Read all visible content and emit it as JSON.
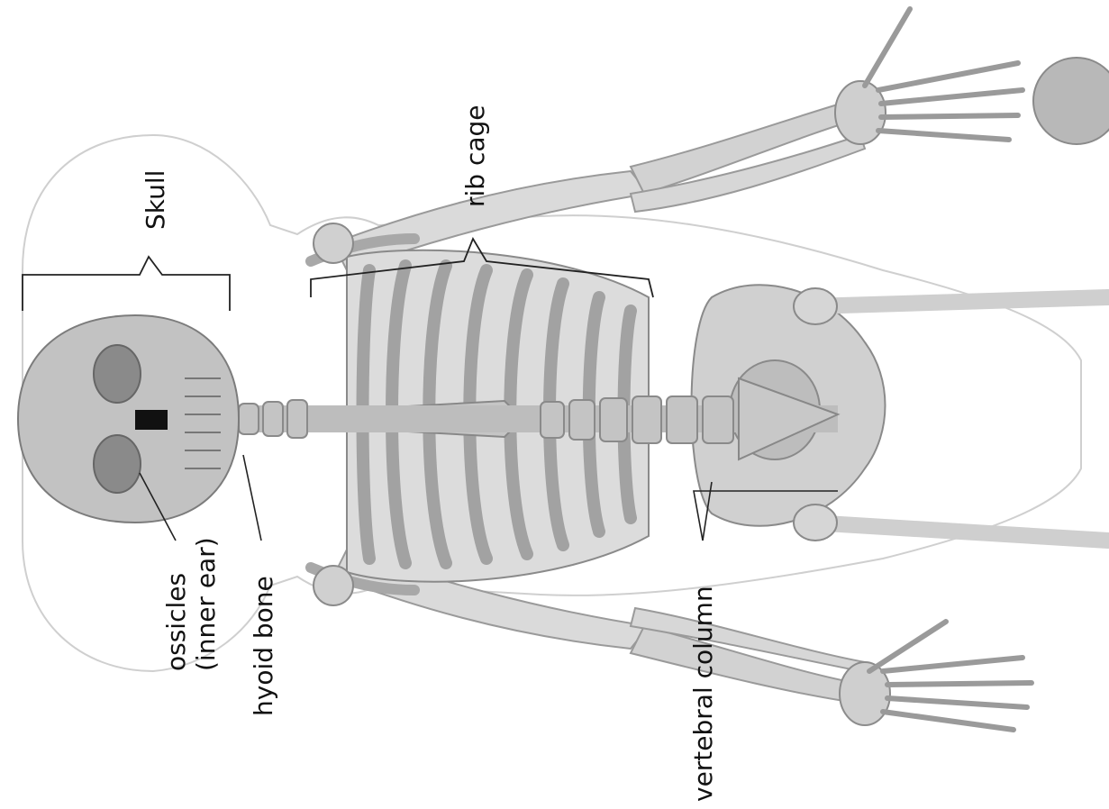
{
  "diagram": {
    "labels": {
      "skull": "Skull",
      "rib_cage": "rib cage",
      "ossicles_line1": "ossicles",
      "ossicles_line2": "(inner ear)",
      "hyoid_bone": "hyoid bone",
      "vertebral_column": "vertebral column"
    }
  },
  "colors": {
    "bone_fill": "#c9c9c9",
    "bone_shadow": "#9a9a9a",
    "bone_outline": "#7a7a7a",
    "body_outline": "#b9b9b9",
    "highlight_disc": "#b8b8b8",
    "pointer": "#222222",
    "text": "#111111"
  }
}
